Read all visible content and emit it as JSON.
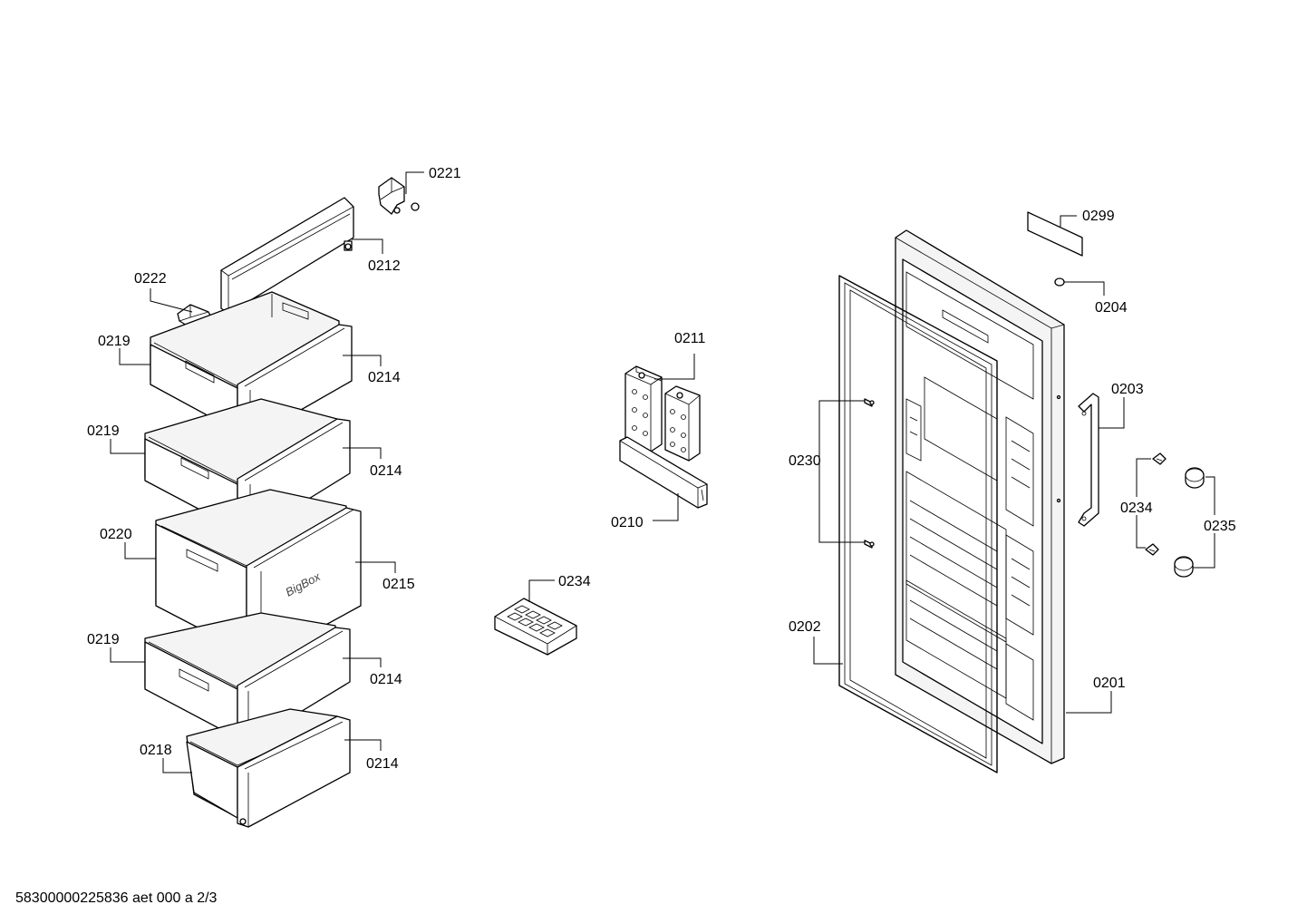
{
  "drawing_id": "58300000225836 aet 000 a 2/3",
  "drawer_text": "BigBox",
  "callouts": {
    "c0221": "0221",
    "c0212": "0212",
    "c0222": "0222",
    "c0219a": "0219",
    "c0214a": "0214",
    "c0219b": "0219",
    "c0214b": "0214",
    "c0220": "0220",
    "c0215": "0215",
    "c0219c": "0219",
    "c0214c": "0214",
    "c0218": "0218",
    "c0214d": "0214",
    "c0211": "0211",
    "c0210": "0210",
    "c0234a": "0234",
    "c0299": "0299",
    "c0204": "0204",
    "c0203": "0203",
    "c0230": "0230",
    "c0234b": "0234",
    "c0235": "0235",
    "c0202": "0202",
    "c0201": "0201"
  }
}
